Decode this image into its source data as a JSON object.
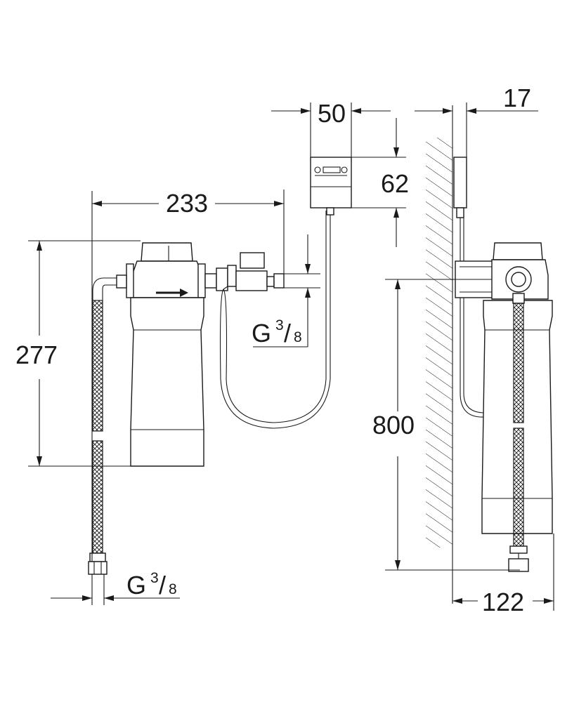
{
  "dimensions": {
    "width_233": "233",
    "height_277": "277",
    "width_50": "50",
    "height_62": "62",
    "thickness_17": "17",
    "height_800": "800",
    "depth_122": "122"
  },
  "threads": {
    "outlet": {
      "prefix": "G",
      "numerator": "3",
      "denominator": "8"
    },
    "inlet": {
      "prefix": "G",
      "numerator": "3",
      "denominator": "8"
    }
  },
  "colors": {
    "line": "#1a1a1a",
    "hatch": "#1a1a1a",
    "background": "#ffffff"
  }
}
